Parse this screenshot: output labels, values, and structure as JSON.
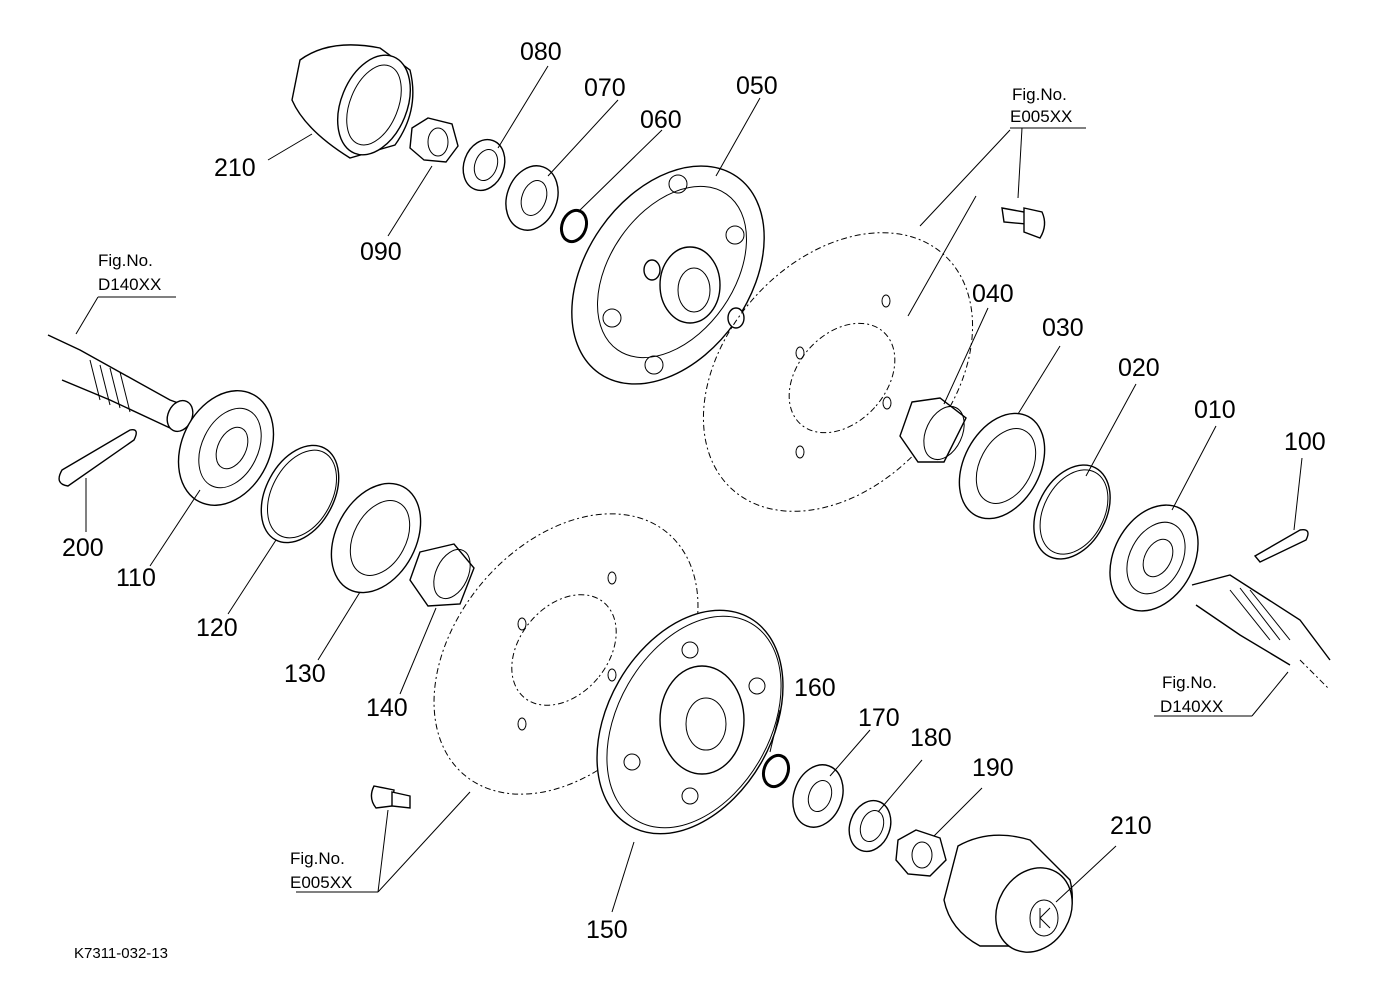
{
  "parts": {
    "p010": "010",
    "p020": "020",
    "p030": "030",
    "p040": "040",
    "p050": "050",
    "p060": "060",
    "p070": "070",
    "p080": "080",
    "p090": "090",
    "p100": "100",
    "p110": "110",
    "p120": "120",
    "p130": "130",
    "p140": "140",
    "p150": "150",
    "p160": "160",
    "p170": "170",
    "p180": "180",
    "p190": "190",
    "p200": "200",
    "p210_top": "210",
    "p210_bottom": "210"
  },
  "fig_refs": {
    "top_right": {
      "label": "Fig.No.",
      "code": "E005XX"
    },
    "left": {
      "label": "Fig.No.",
      "code": "D140XX"
    },
    "right": {
      "label": "Fig.No.",
      "code": "D140XX"
    },
    "bottom_left": {
      "label": "Fig.No.",
      "code": "E005XX"
    }
  },
  "drawing_code": "K7311-032-13"
}
